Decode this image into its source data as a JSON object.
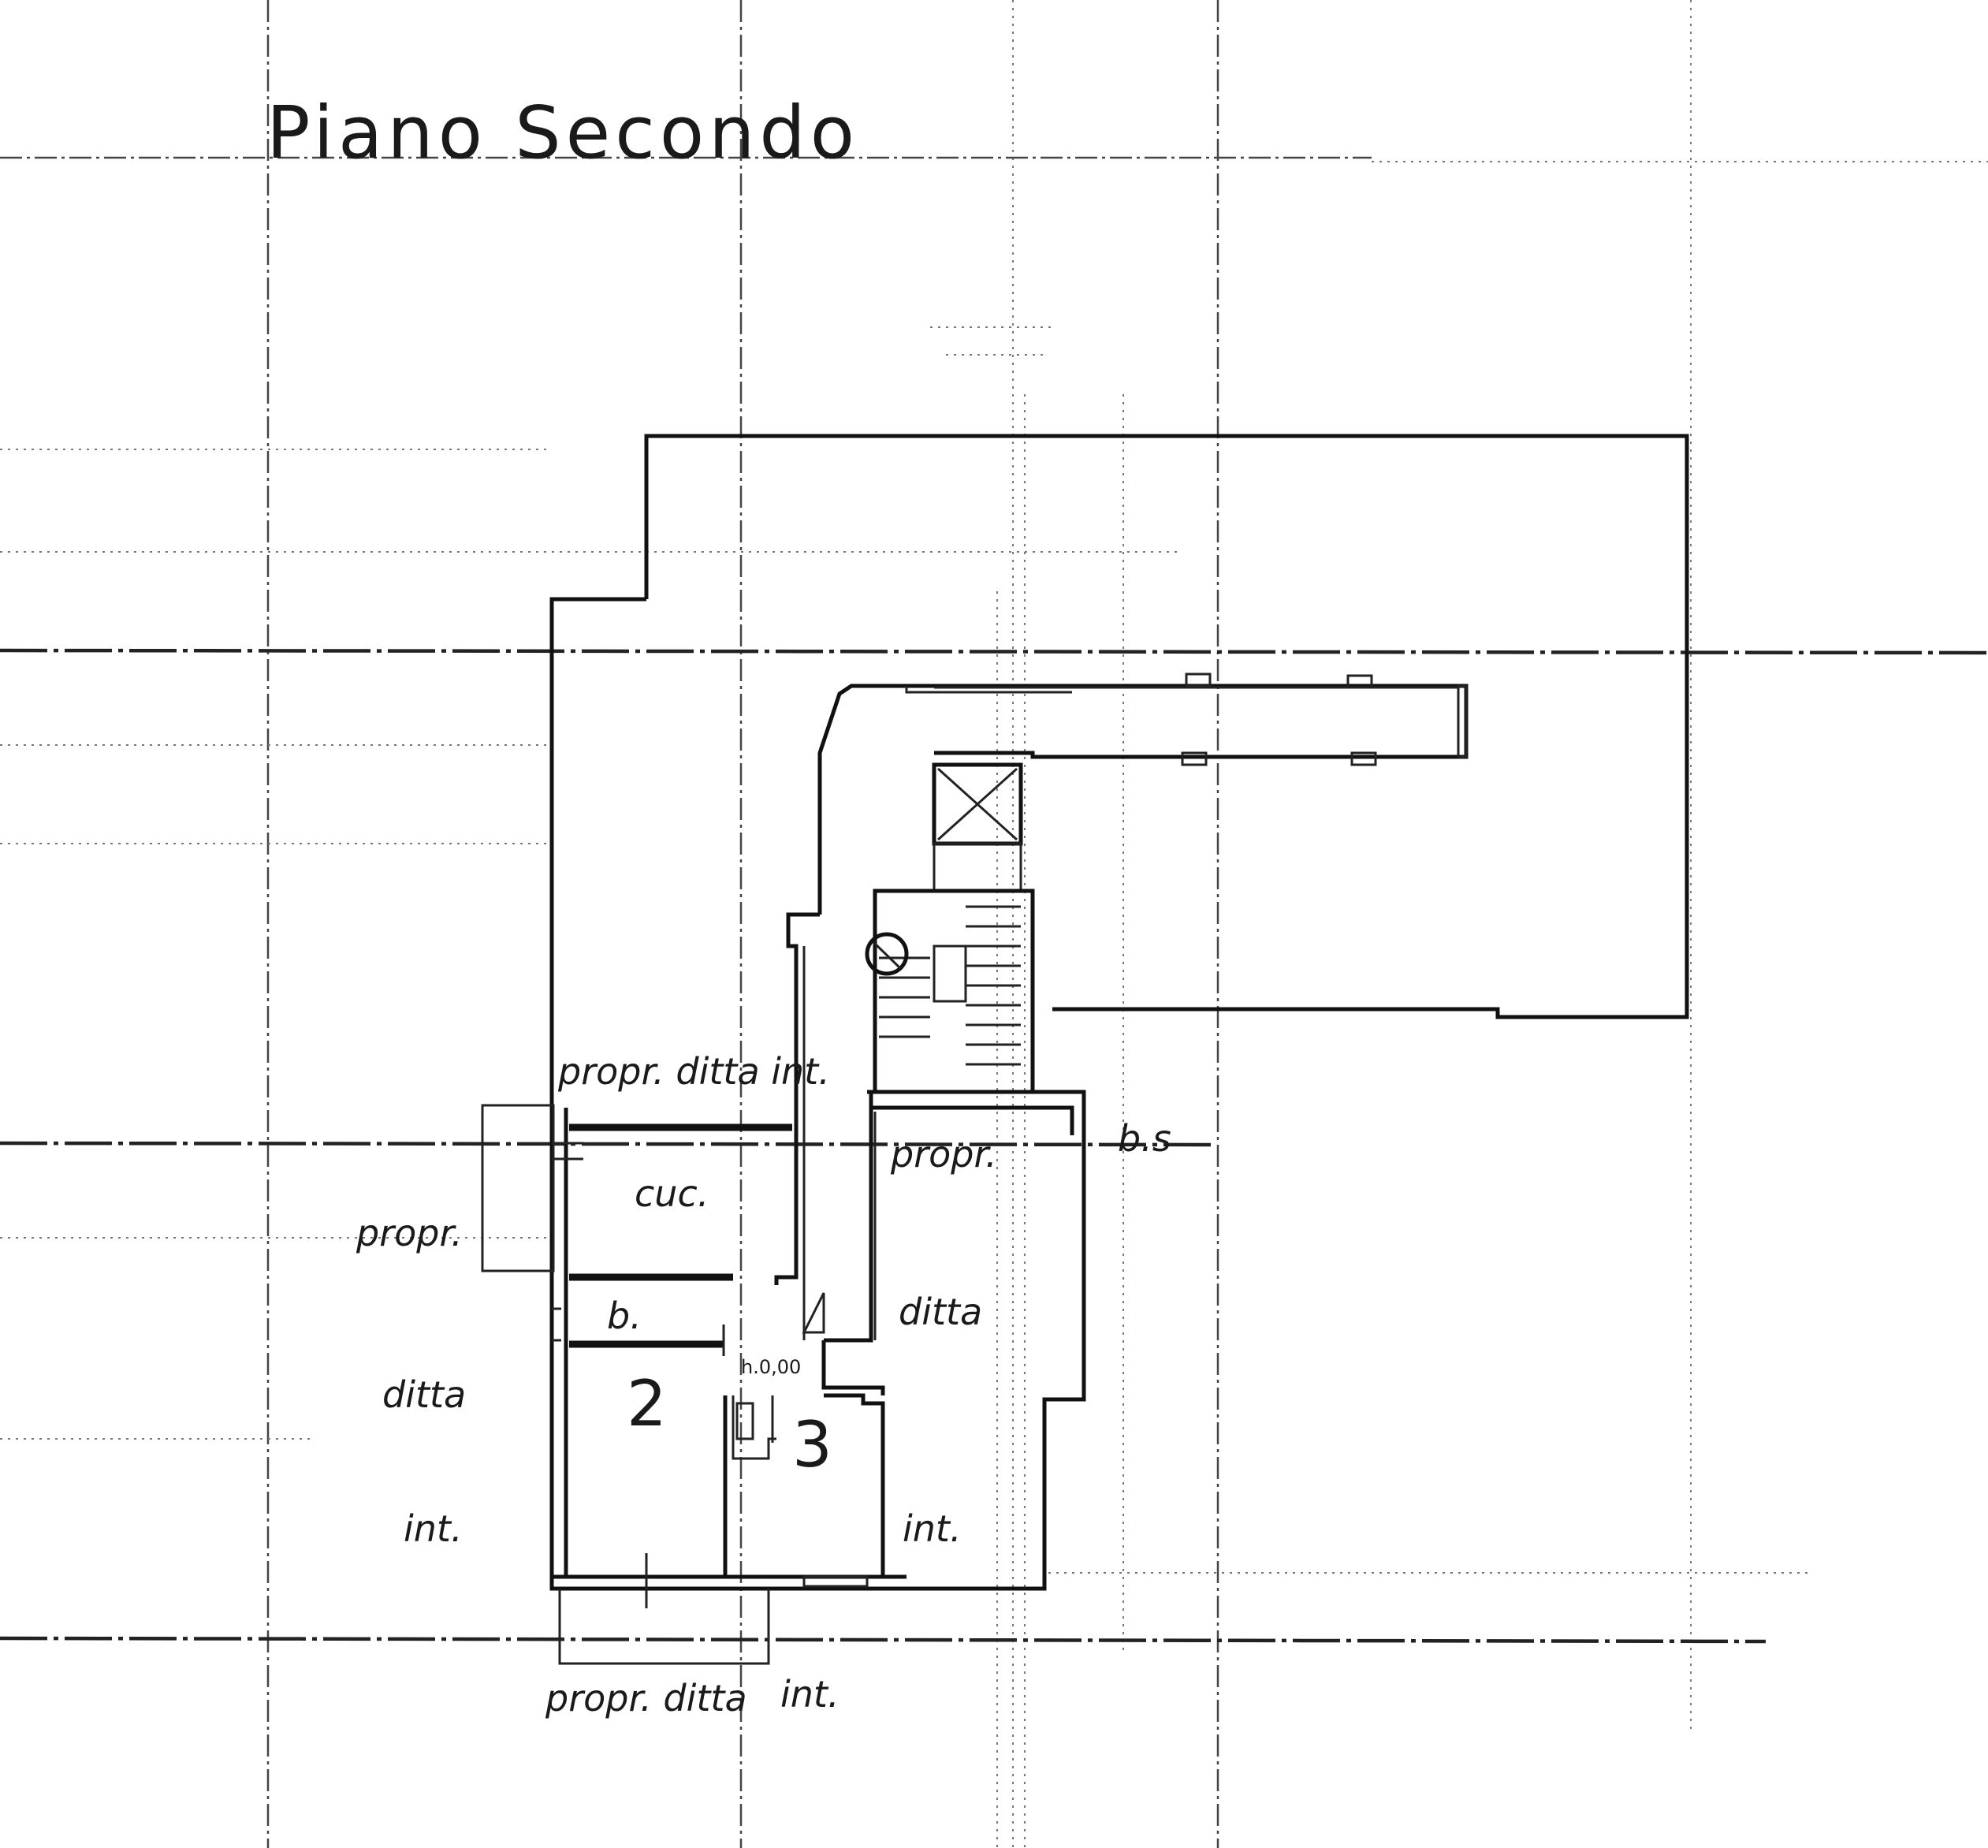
{
  "title": "Piano Secondo",
  "labels": {
    "propr_ditta_int_top": "propr. ditta int.",
    "cuc": "cuc.",
    "propr_right": "propr.",
    "b_s": "b.s",
    "propr_left": "propr.",
    "b": "b.",
    "ditta_right": "ditta",
    "h_level": "h.0,00",
    "ditta_left": "ditta",
    "room_2": "2",
    "room_3": "3",
    "int_left": "int.",
    "int_right": "int.",
    "propr_ditta_bottom": "propr. ditta",
    "int_bottom": "int."
  }
}
